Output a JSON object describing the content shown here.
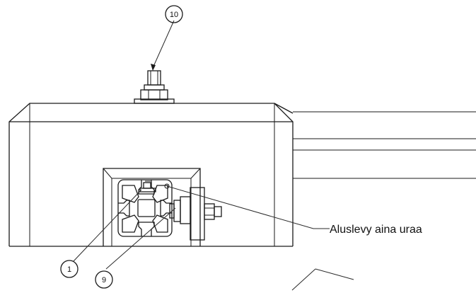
{
  "balloons": [
    {
      "id": "balloon-1",
      "number": "1"
    },
    {
      "id": "balloon-9",
      "number": "9"
    },
    {
      "id": "balloon-10",
      "number": "10"
    }
  ],
  "callout": {
    "text": "Aluslevy aina uraa"
  },
  "colors": {
    "line": "#1a1a1a",
    "background": "#ffffff"
  }
}
